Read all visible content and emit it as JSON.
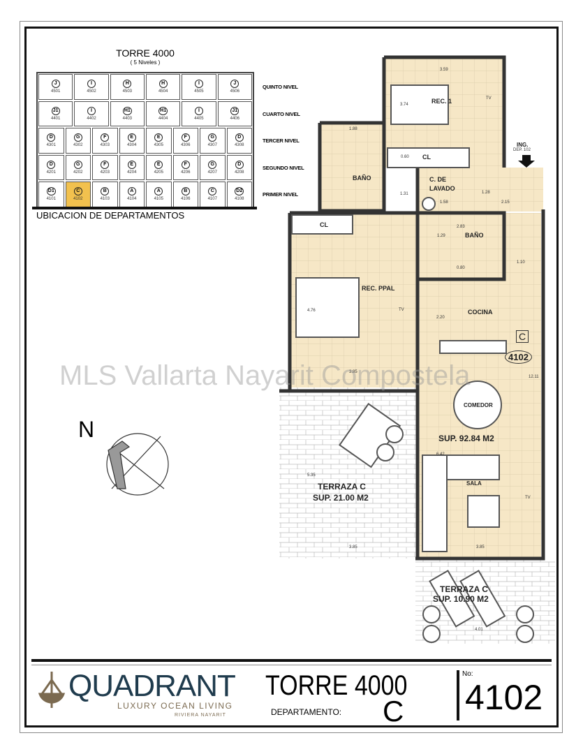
{
  "location_grid": {
    "title": "TORRE 4000",
    "subtitle": "( 5 Niveles )",
    "caption": "UBICACION DE DEPARTAMENTOS",
    "highlight_color": "#f2c14e",
    "rows": [
      {
        "level": "QUINTO NIVEL",
        "units": [
          {
            "type": "J",
            "num": "4501"
          },
          {
            "type": "I",
            "num": "4502"
          },
          {
            "type": "H",
            "num": "4503"
          },
          {
            "type": "H",
            "num": "4504"
          },
          {
            "type": "I",
            "num": "4505"
          },
          {
            "type": "J",
            "num": "4506"
          }
        ]
      },
      {
        "level": "CUARTO NIVEL",
        "units": [
          {
            "type": "J1",
            "num": "4401"
          },
          {
            "type": "I",
            "num": "4402"
          },
          {
            "type": "H1",
            "num": "4403"
          },
          {
            "type": "H1",
            "num": "4404"
          },
          {
            "type": "I",
            "num": "4405"
          },
          {
            "type": "J1",
            "num": "4406"
          }
        ]
      },
      {
        "level": "TERCER NIVEL",
        "units": [
          {
            "type": "D",
            "num": "4301"
          },
          {
            "type": "G",
            "num": "4302"
          },
          {
            "type": "F",
            "num": "4303"
          },
          {
            "type": "E",
            "num": "4304"
          },
          {
            "type": "E",
            "num": "4305"
          },
          {
            "type": "F",
            "num": "4306"
          },
          {
            "type": "G",
            "num": "4307"
          },
          {
            "type": "D",
            "num": "4308"
          }
        ]
      },
      {
        "level": "SEGUNDO NIVEL",
        "units": [
          {
            "type": "D",
            "num": "4201"
          },
          {
            "type": "G",
            "num": "4202"
          },
          {
            "type": "F",
            "num": "4203"
          },
          {
            "type": "E",
            "num": "4204"
          },
          {
            "type": "E",
            "num": "4205"
          },
          {
            "type": "F",
            "num": "4206"
          },
          {
            "type": "G",
            "num": "4207"
          },
          {
            "type": "D",
            "num": "4208"
          }
        ]
      },
      {
        "level": "PRIMER NIVEL",
        "units": [
          {
            "type": "D1",
            "num": "4101"
          },
          {
            "type": "C",
            "num": "4102",
            "selected": true
          },
          {
            "type": "B",
            "num": "4103"
          },
          {
            "type": "A",
            "num": "4104"
          },
          {
            "type": "A",
            "num": "4105"
          },
          {
            "type": "B",
            "num": "4106"
          },
          {
            "type": "C",
            "num": "4107"
          },
          {
            "type": "D2",
            "num": "4108"
          }
        ]
      }
    ]
  },
  "plan": {
    "rooms": {
      "rec1": "REC. 1",
      "bano1": "BAÑO",
      "cl1": "CL",
      "lavado1": "C. DE",
      "lavado2": "LAVADO",
      "cl2": "CL",
      "bano2": "BAÑO",
      "recppal": "REC. PPAL",
      "cocina": "COCINA",
      "comedor": "COMEDOR",
      "sala": "SALA",
      "sup_interior": "SUP. 92.84 M2",
      "terraza1": "TERRAZA C",
      "terraza1_sup": "SUP. 21.00 M2",
      "terraza2": "TERRAZA C",
      "terraza2_sup": "SUP. 10.90 M2",
      "tv1": "TV",
      "tv2": "TV",
      "tv3": "TV"
    },
    "entry": {
      "label": "ING.",
      "sub": "DEP. 102"
    },
    "unit_type": "C",
    "unit_number": "4102",
    "dims": {
      "d359": "3.59",
      "d374": "3.74",
      "d188": "1.88",
      "d060": "0.60",
      "d131": "1.31",
      "d128": "1.28",
      "d158": "1.58",
      "d215": "2.15",
      "d283": "2.83",
      "d129": "1.29",
      "d110": "1.10",
      "d080": "0.80",
      "d476": "4.76",
      "d220": "2.20",
      "d385a": "3.85",
      "d1211": "12.11",
      "d642": "6.42",
      "d535": "5.35",
      "d385b": "3.85",
      "d385c": "3.85",
      "d401": "4.01"
    },
    "floor_color": "#f6e7c6"
  },
  "watermark": "MLS Vallarta Nayarit Compostela",
  "compass": {
    "label": "N"
  },
  "title_block": {
    "brand": "QUADRANT",
    "tagline": "LUXURY OCEAN LIVING",
    "region": "RIVIERA NAYARIT",
    "tower": "TORRE 4000",
    "dept_label": "DEPARTAMENTO:",
    "dept_type": "C",
    "no_label": "No:",
    "unit_no": "4102",
    "brand_color": "#1f3b4d",
    "accent_color": "#7b6a50"
  }
}
